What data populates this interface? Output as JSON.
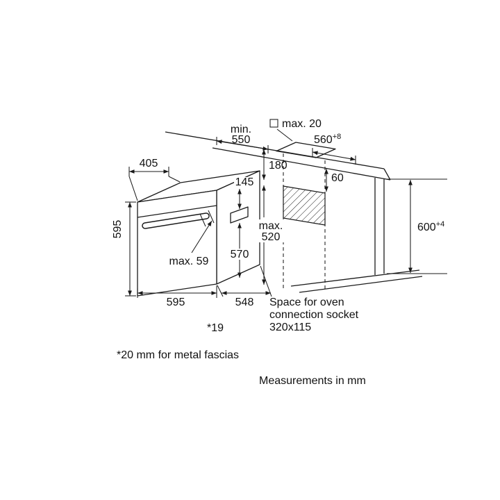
{
  "diagram": {
    "type": "oven-installation-drawing",
    "dims": {
      "worktop_depth_prefix": "min.",
      "worktop_depth": "550",
      "fascia_max": "max. 20",
      "niche_width": "560",
      "niche_width_tol": "+8",
      "top_depth": "405",
      "socket_top_offset": "180",
      "panel_offset": "145",
      "socket_gap": "60",
      "oven_height": "595",
      "max_depth_prefix": "max.",
      "max_depth": "520",
      "niche_height": "600",
      "niche_height_tol": "+4",
      "handle_depth": "max. 59",
      "inner_height": "570",
      "oven_width": "595",
      "oven_depth": "548",
      "fascia_gap": "*19"
    },
    "socket_note_line1": "Space for oven",
    "socket_note_line2": "connection socket",
    "socket_note_line3": "320x115",
    "footnote": "*20 mm for metal fascias",
    "units_note": "Measurements in mm"
  }
}
